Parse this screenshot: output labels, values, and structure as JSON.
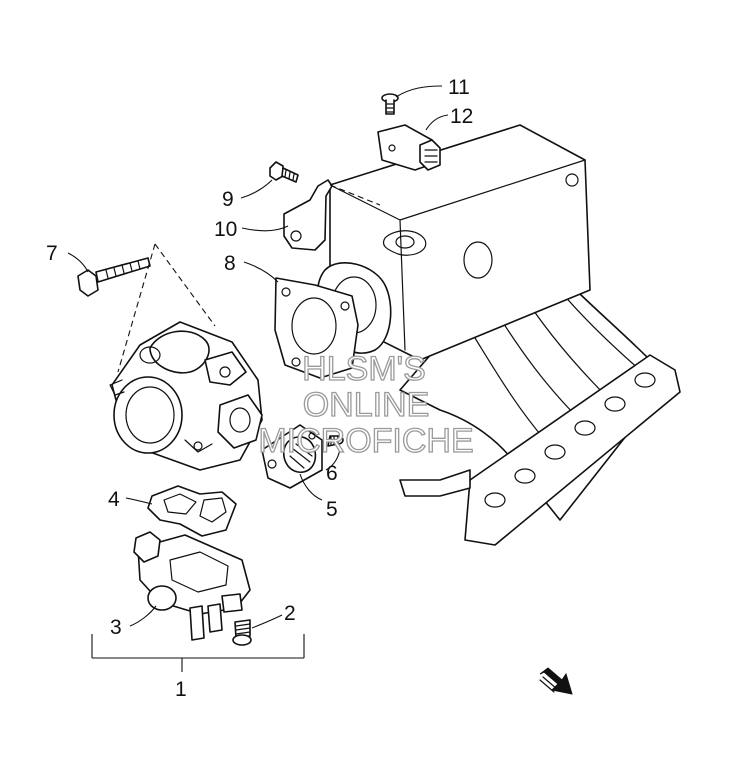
{
  "callouts": {
    "c1": "1",
    "c2": "2",
    "c3": "3",
    "c4": "4",
    "c5": "5",
    "c6": "6",
    "c7": "7",
    "c8": "8",
    "c9": "9",
    "c10": "10",
    "c11": "11",
    "c12": "12"
  },
  "watermark": {
    "line1": "HLSM'S",
    "line2": "ONLINE",
    "line3": "MICROFICHE"
  },
  "colors": {
    "line": "#111111",
    "watermark_outline": "#9a9a9a",
    "background": "#ffffff"
  },
  "icons": {
    "direction_arrow": "front-arrow-icon"
  }
}
